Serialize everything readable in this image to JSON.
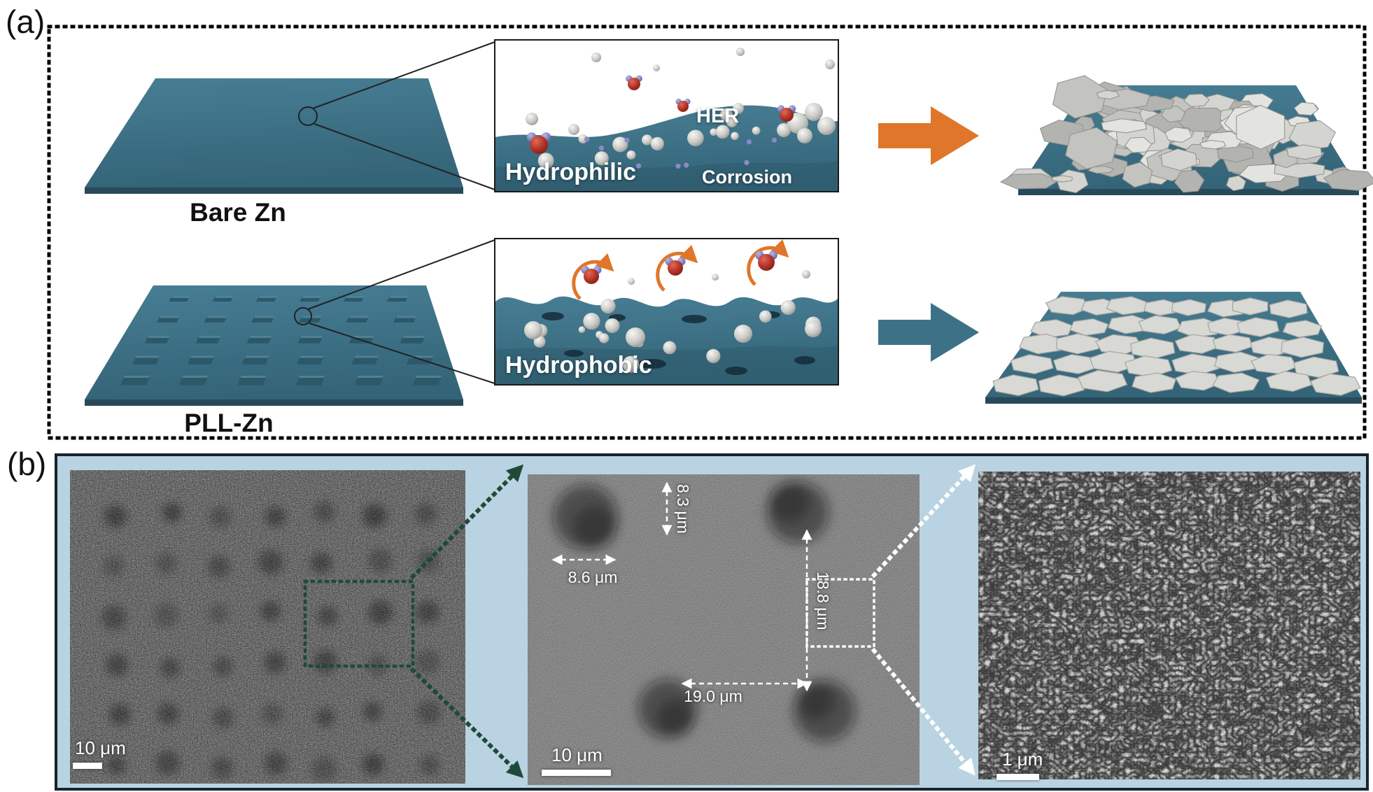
{
  "panel_a": {
    "tag": "(a)",
    "bare_zn": {
      "label": "Bare Zn",
      "inset": {
        "her": "HER",
        "wetting": "Hydrophilic",
        "corrosion": "Corrosion"
      }
    },
    "pll_zn": {
      "label": "PLL-Zn",
      "inset": {
        "wetting": "Hydrophobic"
      }
    }
  },
  "panel_b": {
    "tag": "(b)",
    "sem_overview": {
      "scale_bar": "10 μm"
    },
    "sem_detail": {
      "scale_bar": "10 μm",
      "pad_height": "8.3 μm",
      "pad_width": "8.6 μm",
      "pitch_vertical": "18.8 μm",
      "pitch_horizontal": "19.0 μm"
    },
    "sem_closeup": {
      "scale_bar": "1 μm"
    }
  },
  "colors": {
    "zn_teal": "#3E7186",
    "orange_arrow": "#E0762A",
    "teal_arrow": "#3D7286",
    "panel_b_bg": "#B9D3E2",
    "roi_green": "#1F4A38"
  }
}
